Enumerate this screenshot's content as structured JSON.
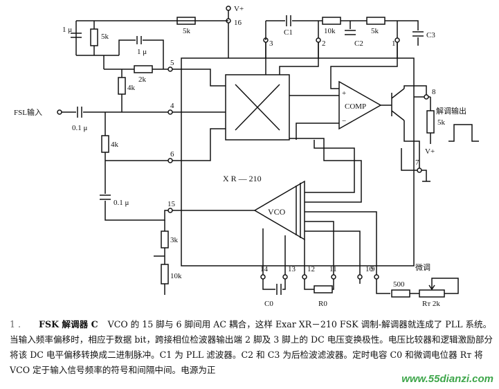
{
  "pins": {
    "p1": "1",
    "p2": "2",
    "p3": "3",
    "p4": "4",
    "p5": "5",
    "p6": "6",
    "p7": "7",
    "p8": "8",
    "p9": "9",
    "p10": "10",
    "p11": "11",
    "p12": "12",
    "p13": "13",
    "p14": "14",
    "p15": "15",
    "p16": "16"
  },
  "labels": {
    "vplus_top": "V+",
    "vplus_out": "V+",
    "chip": "X R — 210",
    "vco": "VCO",
    "comp": "COMP",
    "fsk_input": "FSL输入",
    "demod_out": "解调输出",
    "fine_tune": "微调",
    "c1": "C1",
    "c2": "C2",
    "c3": "C3",
    "c0": "C0",
    "r0": "R0",
    "rt": "Rт  2k",
    "r_5k_top": "5k",
    "r_5k_left": "5k",
    "r_10k_top": "10k",
    "r_5k_c2": "5k",
    "cap_1u_left": "1 μ",
    "cap_1u_mid": "1 μ",
    "r_2k": "2k",
    "r_4k_a": "4k",
    "r_4k_b": "4k",
    "cap_01u_in": "0.1 μ",
    "cap_01u_b": "0.1 μ",
    "r_3k": "3k",
    "r_10k_b": "10k",
    "r_500": "500",
    "r_out_5k": "5k",
    "plus": "+",
    "minus": "−"
  },
  "caption": {
    "lead": "1 .",
    "title": "FSK 解调器 C",
    "body": "VCO 的 15 脚与 6 脚间用 AC 耦合，这样 Exar XR－210 FSK 调制-解调器就连成了 PLL 系统。当输入频率偏移时，相应于数据 bit，跨接相位检波器输出端 2 脚及 3 脚上的 DC 电压变换极性。电压比较器和逻辑激励部分将该 DC 电平偏移转换成二进制脉冲。C1 为 PLL 滤波器。C2 和 C3 为后检波滤波器。定时电容 C0 和微调电位器 Rт 将 VCO 定于输入信号频率的符号和间隔中间。电源为正"
  },
  "watermark": "www.55dianzi.com"
}
